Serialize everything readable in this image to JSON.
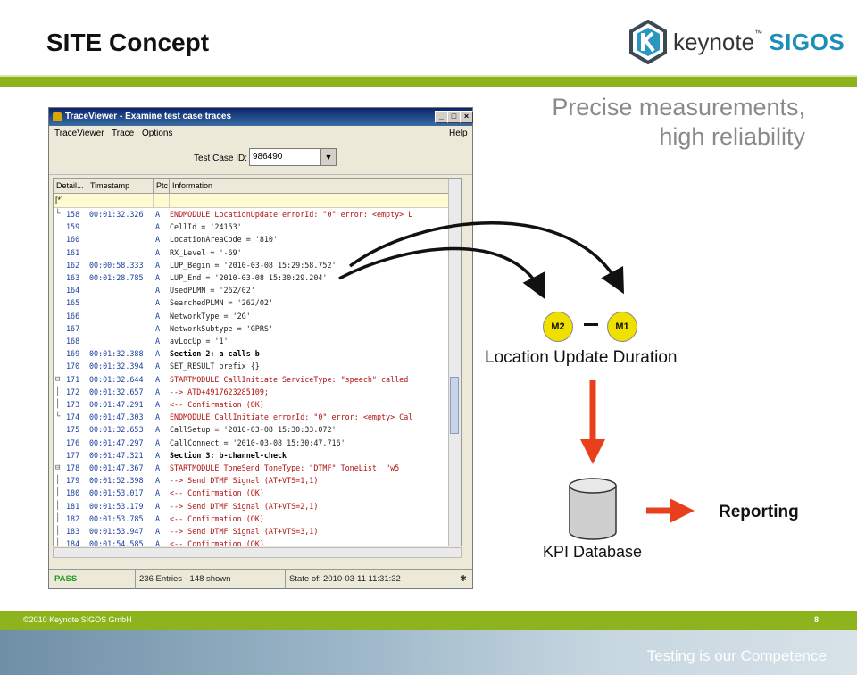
{
  "slide": {
    "title": "SITE Concept",
    "tagline_line1": "Precise measurements,",
    "tagline_line2": "high reliability"
  },
  "logo": {
    "word": "keynote",
    "tm": "™",
    "brand": "SIGOS",
    "icon": "keynote-k-icon"
  },
  "window": {
    "title": "TraceViewer - Examine test case traces",
    "menu": [
      "TraceViewer",
      "Trace",
      "Options",
      "Help"
    ],
    "test_case_label": "Test Case ID:",
    "test_case_id": "986490",
    "columns": [
      "Detail...",
      "Timestamp",
      "Ptc",
      "Information"
    ],
    "filter_first": "[*]",
    "rows": [
      {
        "num": "158",
        "ts": "00:01:32.326",
        "ptc": "A",
        "info": "ENDMODULE LocationUpdate  errorId: \"0\"  error: <empty> L",
        "style": "red",
        "tree": "└"
      },
      {
        "num": "159",
        "ts": "",
        "ptc": "A",
        "info": "CellId = '24153'",
        "style": "",
        "tree": ""
      },
      {
        "num": "160",
        "ts": "",
        "ptc": "A",
        "info": "LocationAreaCode = '810'",
        "style": "",
        "tree": ""
      },
      {
        "num": "161",
        "ts": "",
        "ptc": "A",
        "info": "RX_Level = '-69'",
        "style": "",
        "tree": ""
      },
      {
        "num": "162",
        "ts": "00:00:58.333",
        "ptc": "A",
        "info": "LUP_Begin = '2010-03-08 15:29:58.752'",
        "style": "",
        "tree": ""
      },
      {
        "num": "163",
        "ts": "00:01:28.785",
        "ptc": "A",
        "info": "LUP_End = '2010-03-08 15:30:29.204'",
        "style": "",
        "tree": ""
      },
      {
        "num": "164",
        "ts": "",
        "ptc": "A",
        "info": "UsedPLMN = '262/02'",
        "style": "",
        "tree": ""
      },
      {
        "num": "165",
        "ts": "",
        "ptc": "A",
        "info": "SearchedPLMN = '262/02'",
        "style": "",
        "tree": ""
      },
      {
        "num": "166",
        "ts": "",
        "ptc": "A",
        "info": "NetworkType = '2G'",
        "style": "",
        "tree": ""
      },
      {
        "num": "167",
        "ts": "",
        "ptc": "A",
        "info": "NetworkSubtype = 'GPRS'",
        "style": "",
        "tree": ""
      },
      {
        "num": "168",
        "ts": "",
        "ptc": "A",
        "info": "avLocUp = '1'",
        "style": "",
        "tree": ""
      },
      {
        "num": "169",
        "ts": "00:01:32.388",
        "ptc": "A",
        "info": "Section 2: a calls b",
        "style": "bold",
        "tree": ""
      },
      {
        "num": "170",
        "ts": "00:01:32.394",
        "ptc": "A",
        "info": "SET_RESULT prefix {}",
        "style": "",
        "tree": ""
      },
      {
        "num": "171",
        "ts": "00:01:32.644",
        "ptc": "A",
        "info": "  STARTMODULE CallInitiate  ServiceType: \"speech\"  called",
        "style": "red",
        "tree": "⊟"
      },
      {
        "num": "172",
        "ts": "00:01:32.657",
        "ptc": "A",
        "info": "  --> ATD+4917623285109;",
        "style": "red",
        "tree": "│"
      },
      {
        "num": "173",
        "ts": "00:01:47.291",
        "ptc": "A",
        "info": "  <-- Confirmation (OK)",
        "style": "red",
        "tree": "│"
      },
      {
        "num": "174",
        "ts": "00:01:47.303",
        "ptc": "A",
        "info": "ENDMODULE CallInitiate  errorId: \"0\"  error: <empty>  Cal",
        "style": "red",
        "tree": "└"
      },
      {
        "num": "175",
        "ts": "00:01:32.653",
        "ptc": "A",
        "info": "CallSetup = '2010-03-08 15:30:33.072'",
        "style": "",
        "tree": ""
      },
      {
        "num": "176",
        "ts": "00:01:47.297",
        "ptc": "A",
        "info": "CallConnect = '2010-03-08 15:30:47.716'",
        "style": "",
        "tree": ""
      },
      {
        "num": "177",
        "ts": "00:01:47.321",
        "ptc": "A",
        "info": "Section 3: b-channel-check",
        "style": "bold",
        "tree": ""
      },
      {
        "num": "178",
        "ts": "00:01:47.367",
        "ptc": "A",
        "info": "  STARTMODULE ToneSend  ToneType: \"DTMF\"  ToneList: \"w5",
        "style": "red",
        "tree": "⊟"
      },
      {
        "num": "179",
        "ts": "00:01:52.398",
        "ptc": "A",
        "info": "  --> Send DTMF Signal (AT+VTS=1,1)",
        "style": "red",
        "tree": "│"
      },
      {
        "num": "180",
        "ts": "00:01:53.017",
        "ptc": "A",
        "info": "  <-- Confirmation (OK)",
        "style": "red",
        "tree": "│"
      },
      {
        "num": "181",
        "ts": "00:01:53.179",
        "ptc": "A",
        "info": "  --> Send DTMF Signal (AT+VTS=2,1)",
        "style": "red",
        "tree": "│"
      },
      {
        "num": "182",
        "ts": "00:01:53.785",
        "ptc": "A",
        "info": "  <-- Confirmation (OK)",
        "style": "red",
        "tree": "│"
      },
      {
        "num": "183",
        "ts": "00:01:53.947",
        "ptc": "A",
        "info": "  --> Send DTMF Signal (AT+VTS=3,1)",
        "style": "red",
        "tree": "│"
      },
      {
        "num": "184",
        "ts": "00:01:54.585",
        "ptc": "A",
        "info": "  <-- Confirmation (OK)",
        "style": "red",
        "tree": "│"
      }
    ],
    "status": {
      "result": "PASS",
      "entries": "236 Entries  - 148 shown",
      "state": "State of: 2010-03-11 11:31:32"
    }
  },
  "diagram": {
    "m2": "M2",
    "m1": "M1",
    "metric_label": "Location Update Duration",
    "db_label": "KPI Database",
    "reporting": "Reporting",
    "colors": {
      "badge": "#f0e000",
      "arrow": "#e8401c",
      "accent": "#8db41c"
    }
  },
  "footer": {
    "copyright": "©2010 Keynote SIGOS GmbH",
    "page": "8",
    "slogan": "Testing is our Competence"
  }
}
